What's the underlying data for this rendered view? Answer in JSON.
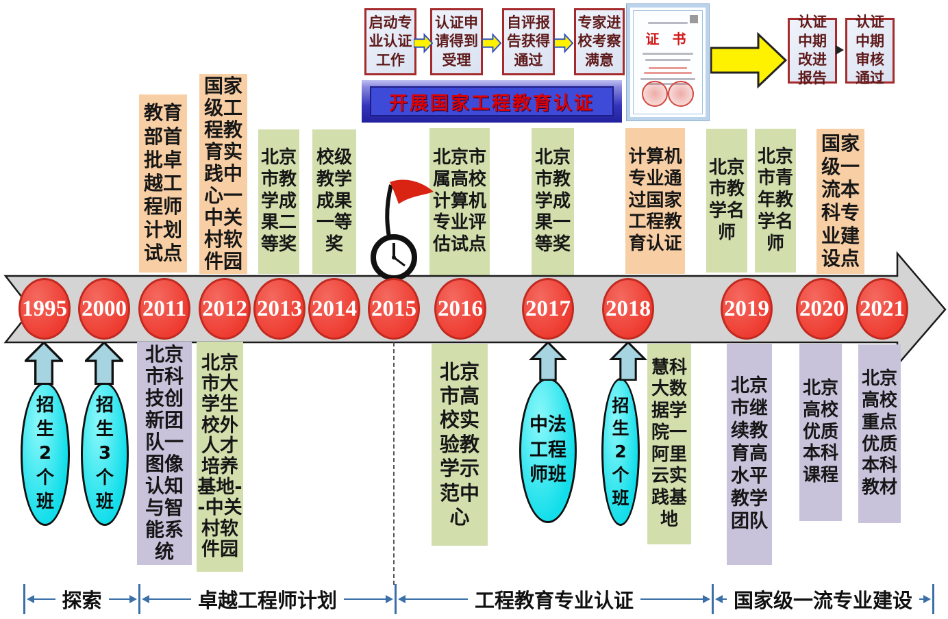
{
  "flow": {
    "steps": [
      "启动专业认证工作",
      "认证申请得到受理",
      "自评报告获得通过",
      "专家进校考察满意",
      "认证中期改进报告",
      "认证中期审核通过"
    ],
    "banner": "开展国家工程教育认证",
    "certificate_title": "证 书"
  },
  "years": [
    "1995",
    "2000",
    "2011",
    "2012",
    "2013",
    "2014",
    "2015",
    "2016",
    "2017",
    "2018",
    "2019",
    "2020",
    "2021"
  ],
  "above": {
    "y2011": "教育部首批卓越工程师计划试点",
    "y2012": "国家级工程教育实践中心一中关村软件园",
    "y2013": "北京市教学成果二等奖",
    "y2014": "校级教学成果一等奖",
    "y2016": "北京市属高校计算机专业评估试点",
    "y2017": "北京市教学成果一等奖",
    "y2018": "计算机专业通过国家工程教育认证",
    "y2019a": "北京市教学名师",
    "y2019b": "北京市青年教学名师",
    "y2020": "国家级一流本科专业建设点"
  },
  "below": {
    "e1995": "招生2个班",
    "e2000": "招生3个班",
    "y2011": "北京市科技创新团队一图像认知与智能系统",
    "y2012": "北京市大学生校外人才培养基地--中关村软件园",
    "y2016": "北京市高校实验教学示范中心",
    "e2017": "中法工程师班",
    "e2018": "招生2个班",
    "y2018": "慧科大数据学院一阿里云实践基地",
    "y2019": "北京市继续教育高水平教学团队",
    "y2020": "北京高校优质本科课程",
    "y2021": "北京高校重点优质本科教材"
  },
  "phases": [
    "探索",
    "卓越工程师计划",
    "工程教育专业认证",
    "国家级一流专业建设"
  ],
  "colors": {
    "peach": "#F8CFA5",
    "green": "#D2DFAD",
    "purple": "#C8C2DB",
    "cyan": "#12DEEA",
    "year_node_red": "#EE3B30",
    "timeline_gray": "#D4D4D4",
    "banner_blue": "#3D4BD8",
    "banner_text_red": "#E00000",
    "flow_border_red": "#A42A2C",
    "arrow_yellow": "#FFF200",
    "phase_line_blue": "#3A6FA8"
  }
}
